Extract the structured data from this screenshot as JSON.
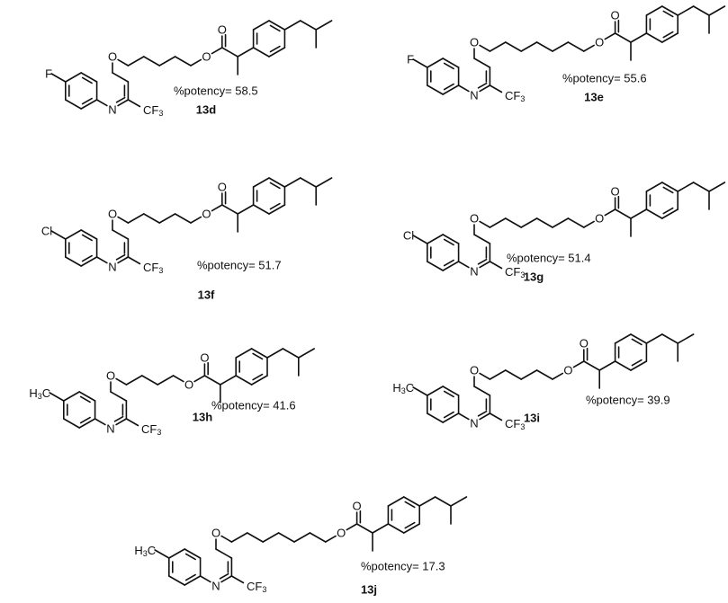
{
  "compounds": [
    {
      "id": "13d",
      "substituent": "F",
      "potency_text": "%potency= 58.5",
      "potency": 58.5,
      "chain_bonds": 5
    },
    {
      "id": "13e",
      "substituent": "F",
      "potency_text": "%potency= 55.6",
      "potency": 55.6,
      "chain_bonds": 7
    },
    {
      "id": "13f",
      "substituent": "Cl",
      "potency_text": "%potency= 51.7",
      "potency": 51.7,
      "chain_bonds": 5
    },
    {
      "id": "13g",
      "substituent": "Cl",
      "potency_text": "%potency= 51.4",
      "potency": 51.4,
      "chain_bonds": 7
    },
    {
      "id": "13h",
      "substituent": "H3C",
      "potency_text": "%potency= 41.6",
      "potency": 41.6,
      "chain_bonds": 4
    },
    {
      "id": "13i",
      "substituent": "H3C",
      "potency_text": "%potency= 39.9",
      "potency": 39.9,
      "chain_bonds": 5
    },
    {
      "id": "13j",
      "substituent": "H3C",
      "potency_text": "%potency= 17.3",
      "potency": 17.3,
      "chain_bonds": 7
    }
  ],
  "atoms": {
    "oxygen": "O",
    "nitrogen": "N",
    "cf3": "CF3"
  }
}
